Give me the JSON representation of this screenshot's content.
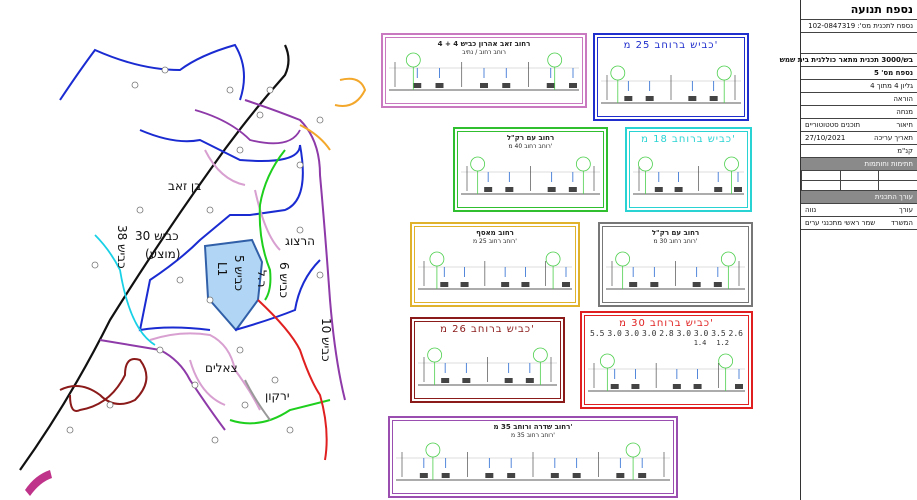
{
  "map": {
    "labels": {
      "ben_zeev": "בן זאב",
      "herzog": "הרצוג",
      "route30": "כביש 30",
      "route30_sub": "(מוצע)",
      "rd38": "38 כביש",
      "rd5": "כביש 5",
      "rd6": "כביש 6",
      "l1": "L1",
      "lr": "ר.ל",
      "rd10": "כביש 10",
      "tzeelim": "צאלים",
      "yarkon": "ירקון"
    }
  },
  "panels": [
    {
      "id": "p1",
      "title": "רחוב זאב אהרון כביש 4 + 4",
      "sub": "רוחב רחוב / נתיב",
      "color": "#c879c0"
    },
    {
      "id": "p2",
      "title": "כביש ברוחב 25 מ'",
      "color": "#1f2ecc"
    },
    {
      "id": "p3",
      "title": "רחוב עם רק\"ל",
      "sub": "רוחב רחוב 40 מ'",
      "color": "#2fbf2f"
    },
    {
      "id": "p4",
      "title": "כביש ברוחב 18 מ'",
      "color": "#2ad3d3"
    },
    {
      "id": "p5",
      "title": "רחוב מאסף",
      "sub": "רוחב רחוב 25 מ'",
      "color": "#e0b12a"
    },
    {
      "id": "p6",
      "title": "רחוב עם רק\"ל",
      "sub": "רוחב רחוב 30 מ'",
      "color": "#777777"
    },
    {
      "id": "p7",
      "title": "כביש ברוחב 26 מ'",
      "color": "#8b1a1a"
    },
    {
      "id": "p8",
      "title": "כביש ברוחב 30 מ'",
      "color": "#e02020",
      "dims": [
        "5.5",
        "3.0",
        "3.0",
        "3.0",
        "2.8",
        "3.0",
        "3.0",
        "3.5",
        "2.6"
      ],
      "dims2": [
        "1.4",
        "1.2"
      ]
    },
    {
      "id": "p9",
      "title": "רחוב שדרה ורוחב 35 מ'",
      "sub": "רוחב רחוב 35 מ'",
      "color": "#9a4fb0"
    }
  ],
  "titleblock": {
    "title": "נספח תנועה",
    "plan_number": "נספח לתכנית מס': 102-0847319",
    "plan_desc": "בש/3000 תכנית מתאר כוללנית בית שמש",
    "appendix_number": "נספח מס' 5",
    "sheet": "גליון 4 מתוך 4",
    "rows": [
      {
        "k": "הוראה",
        "v": ""
      },
      {
        "k": "מנחה",
        "v": ""
      },
      {
        "k": "חיאור",
        "v": "תוכנים סטטוטוריים"
      },
      {
        "k": "תאריך עריכה",
        "v": "27/10/2021"
      },
      {
        "k": "קנ\"מ",
        "v": ""
      }
    ],
    "sig_header": "חתימות וחותמות",
    "author_header": "עורך התכנית",
    "author_rows": [
      {
        "k": "עורך",
        "v": "נווה"
      },
      {
        "k": "המשרד",
        "v": "שמר ראשי מתכנני ערים"
      }
    ]
  }
}
